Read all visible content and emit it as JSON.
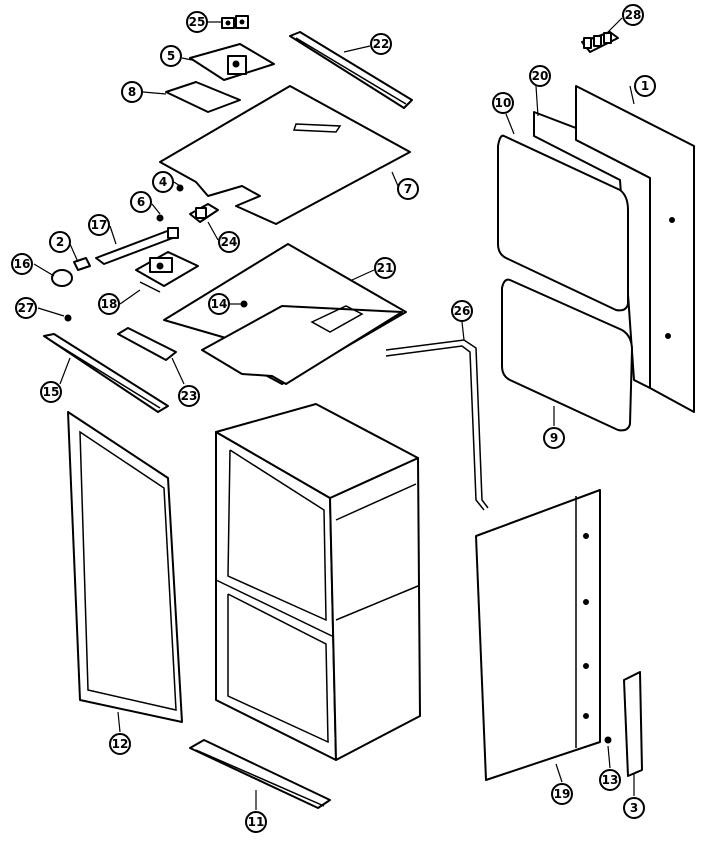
{
  "callouts": [
    {
      "id": "c25",
      "label": "25"
    },
    {
      "id": "c28",
      "label": "28"
    },
    {
      "id": "c22",
      "label": "22"
    },
    {
      "id": "c5",
      "label": "5"
    },
    {
      "id": "c8",
      "label": "8"
    },
    {
      "id": "c1",
      "label": "1"
    },
    {
      "id": "c20",
      "label": "20"
    },
    {
      "id": "c10",
      "label": "10"
    },
    {
      "id": "c7",
      "label": "7"
    },
    {
      "id": "c4",
      "label": "4"
    },
    {
      "id": "c6",
      "label": "6"
    },
    {
      "id": "c24",
      "label": "24"
    },
    {
      "id": "c17",
      "label": "17"
    },
    {
      "id": "c2",
      "label": "2"
    },
    {
      "id": "c16",
      "label": "16"
    },
    {
      "id": "c21",
      "label": "21"
    },
    {
      "id": "c18",
      "label": "18"
    },
    {
      "id": "c14",
      "label": "14"
    },
    {
      "id": "c27",
      "label": "27"
    },
    {
      "id": "c26",
      "label": "26"
    },
    {
      "id": "c15",
      "label": "15"
    },
    {
      "id": "c23",
      "label": "23"
    },
    {
      "id": "c9",
      "label": "9"
    },
    {
      "id": "c12",
      "label": "12"
    },
    {
      "id": "c19",
      "label": "19"
    },
    {
      "id": "c13",
      "label": "13"
    },
    {
      "id": "c3",
      "label": "3"
    },
    {
      "id": "c11",
      "label": "11"
    }
  ]
}
